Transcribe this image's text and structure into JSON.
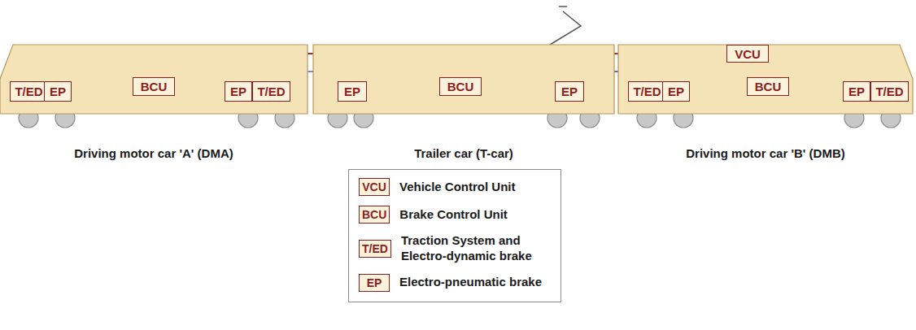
{
  "diagram": {
    "nodes": [
      {
        "text": [
          "Driving motor car 'A' (DMA)"
        ]
      },
      {
        "text": [
          "T/ED"
        ],
        "in": 0
      },
      {
        "text": [
          "EP"
        ],
        "in": 0
      },
      {
        "text": [
          "BCU"
        ],
        "in": 0
      },
      {
        "text": [
          "EP"
        ],
        "in": 0
      },
      {
        "text": [
          "T/ED"
        ],
        "in": 0
      },
      {
        "text": [
          "Trailer car (T-car)"
        ]
      },
      {
        "text": [
          "EP"
        ],
        "in": 6
      },
      {
        "text": [
          "BCU"
        ],
        "in": 6
      },
      {
        "text": [
          "EP"
        ],
        "in": 6
      },
      {
        "text": [
          "Driving motor car 'B' (DMB)"
        ]
      },
      {
        "text": [
          "VCU"
        ],
        "in": 10
      },
      {
        "text": [
          "T/ED"
        ],
        "in": 10
      },
      {
        "text": [
          "EP"
        ],
        "in": 10
      },
      {
        "text": [
          "BCU"
        ],
        "in": 10
      },
      {
        "text": [
          "EP"
        ],
        "in": 10
      },
      {
        "text": [
          "T/ED"
        ],
        "in": 10
      }
    ],
    "edges": [
      {
        "from": 3,
        "to": 2,
        "arrow": "to"
      },
      {
        "from": 3,
        "to": 4,
        "arrow": "to"
      },
      {
        "from": 8,
        "to": 7,
        "arrow": "to"
      },
      {
        "from": 8,
        "to": 9,
        "arrow": "to"
      },
      {
        "from": 14,
        "to": 13,
        "arrow": "to"
      },
      {
        "from": 14,
        "to": 15,
        "arrow": "to"
      },
      {
        "from": 11,
        "to": 1,
        "arrow": "to"
      },
      {
        "from": 11,
        "to": 5,
        "arrow": "to"
      },
      {
        "from": 11,
        "to": 12,
        "arrow": "to"
      },
      {
        "from": 11,
        "to": 16,
        "arrow": "to"
      },
      {
        "from": 3,
        "to": 11,
        "arrow": "to"
      },
      {
        "from": 8,
        "to": 11,
        "arrow": "to"
      },
      {
        "from": 14,
        "to": 11,
        "arrow": "to"
      }
    ],
    "labels": [
      "VCU",
      "BCU",
      "T/ED",
      "EP"
    ],
    "legend": [
      {
        "text": "Vehicle Control Unit"
      },
      {
        "text": "Brake Control Unit"
      },
      {
        "text": "Traction System and Electro-dynamic brake"
      },
      {
        "text": "Electro-pneumatic brake"
      }
    ]
  }
}
